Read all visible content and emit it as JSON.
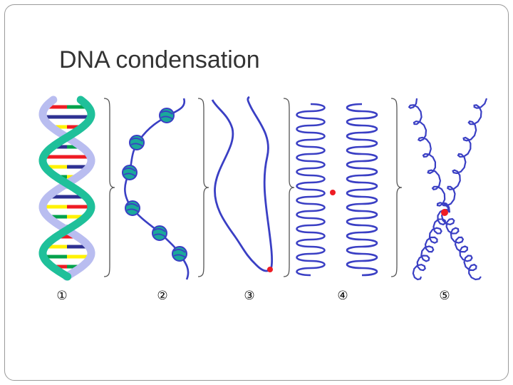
{
  "slide": {
    "title": "DNA condensation"
  },
  "stages": [
    {
      "label": "1",
      "glyph": "①"
    },
    {
      "label": "2",
      "glyph": "②"
    },
    {
      "label": "3",
      "glyph": "③"
    },
    {
      "label": "4",
      "glyph": "④"
    },
    {
      "label": "5",
      "glyph": "⑤"
    }
  ],
  "colors": {
    "helix_strand_a": "#1fc09a",
    "helix_strand_b": "#b9bdf0",
    "base_red": "#ee1c24",
    "base_blue": "#2e3192",
    "base_yellow": "#fff200",
    "base_green": "#00a14b",
    "fiber": "#3a3fc4",
    "nucleosome": "#1aa99a",
    "centromere": "#ee1c24",
    "bracket": "#555555"
  }
}
